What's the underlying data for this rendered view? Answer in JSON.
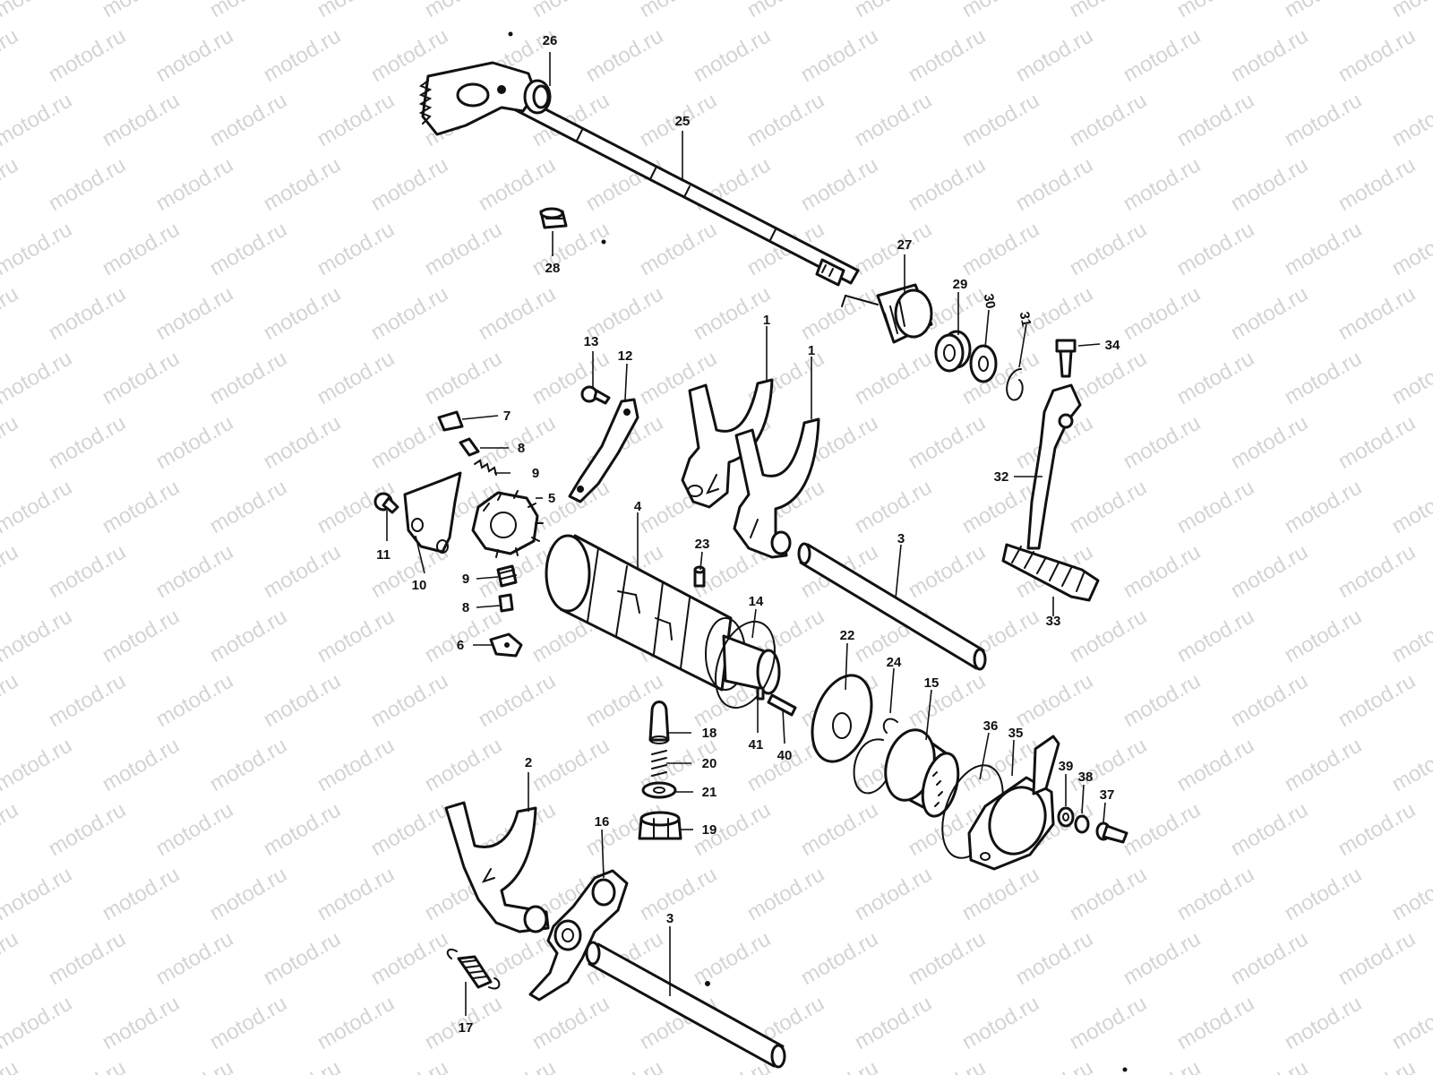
{
  "watermark": {
    "text": "motod.ru",
    "color": "#d4d4d4"
  },
  "callouts": [
    {
      "id": "p1a",
      "number": "1"
    },
    {
      "id": "p1b",
      "number": "1"
    },
    {
      "id": "p2",
      "number": "2"
    },
    {
      "id": "p3a",
      "number": "3"
    },
    {
      "id": "p3b",
      "number": "3"
    },
    {
      "id": "p4",
      "number": "4"
    },
    {
      "id": "p5",
      "number": "5"
    },
    {
      "id": "p6",
      "number": "6"
    },
    {
      "id": "p7",
      "number": "7"
    },
    {
      "id": "p8a",
      "number": "8"
    },
    {
      "id": "p8b",
      "number": "8"
    },
    {
      "id": "p9a",
      "number": "9"
    },
    {
      "id": "p9b",
      "number": "9"
    },
    {
      "id": "p10",
      "number": "10"
    },
    {
      "id": "p11",
      "number": "11"
    },
    {
      "id": "p12",
      "number": "12"
    },
    {
      "id": "p13",
      "number": "13"
    },
    {
      "id": "p14",
      "number": "14"
    },
    {
      "id": "p15",
      "number": "15"
    },
    {
      "id": "p16",
      "number": "16"
    },
    {
      "id": "p17",
      "number": "17"
    },
    {
      "id": "p18",
      "number": "18"
    },
    {
      "id": "p19",
      "number": "19"
    },
    {
      "id": "p20",
      "number": "20"
    },
    {
      "id": "p21",
      "number": "21"
    },
    {
      "id": "p22",
      "number": "22"
    },
    {
      "id": "p23",
      "number": "23"
    },
    {
      "id": "p24",
      "number": "24"
    },
    {
      "id": "p25",
      "number": "25"
    },
    {
      "id": "p26",
      "number": "26"
    },
    {
      "id": "p27",
      "number": "27"
    },
    {
      "id": "p28",
      "number": "28"
    },
    {
      "id": "p29",
      "number": "29"
    },
    {
      "id": "p30",
      "number": "30"
    },
    {
      "id": "p31",
      "number": "31"
    },
    {
      "id": "p32",
      "number": "32"
    },
    {
      "id": "p33",
      "number": "33"
    },
    {
      "id": "p34",
      "number": "34"
    },
    {
      "id": "p35",
      "number": "35"
    },
    {
      "id": "p36",
      "number": "36"
    },
    {
      "id": "p37",
      "number": "37"
    },
    {
      "id": "p38",
      "number": "38"
    },
    {
      "id": "p39",
      "number": "39"
    },
    {
      "id": "p40",
      "number": "40"
    },
    {
      "id": "p41",
      "number": "41"
    }
  ]
}
